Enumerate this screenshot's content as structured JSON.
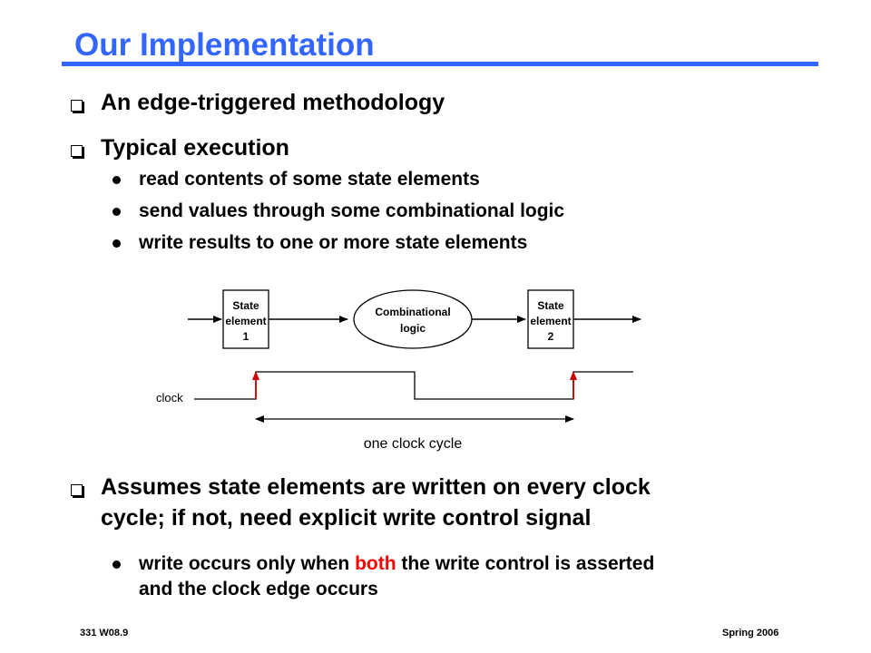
{
  "slide": {
    "title": "Our Implementation",
    "bullets": [
      {
        "text": "An edge-triggered methodology"
      },
      {
        "text": "Typical execution"
      }
    ],
    "sub_bullets": [
      "read contents of some state elements",
      "send values through some combinational logic",
      "write results to one or more state elements"
    ],
    "diagram": {
      "state1": [
        "State",
        "element",
        "1"
      ],
      "logic": [
        "Combinational",
        "logic"
      ],
      "state2": [
        "State",
        "element",
        "2"
      ],
      "clock_label": "clock",
      "cycle_label": "one clock cycle"
    },
    "bullet3": {
      "line1": "Assumes state elements are written on every clock",
      "line2": "cycle; if not, need explicit write control signal"
    },
    "bullet3_sub": {
      "before": "write occurs only when ",
      "highlight": "both",
      "after": " the write control is asserted",
      "line2": "and the clock edge occurs"
    },
    "footer": {
      "left": "331  W08.9",
      "right": "Spring 2006"
    },
    "colors": {
      "title": "#3366ff",
      "highlight": "#ff0000",
      "clock_edge": "#cc0000"
    }
  }
}
